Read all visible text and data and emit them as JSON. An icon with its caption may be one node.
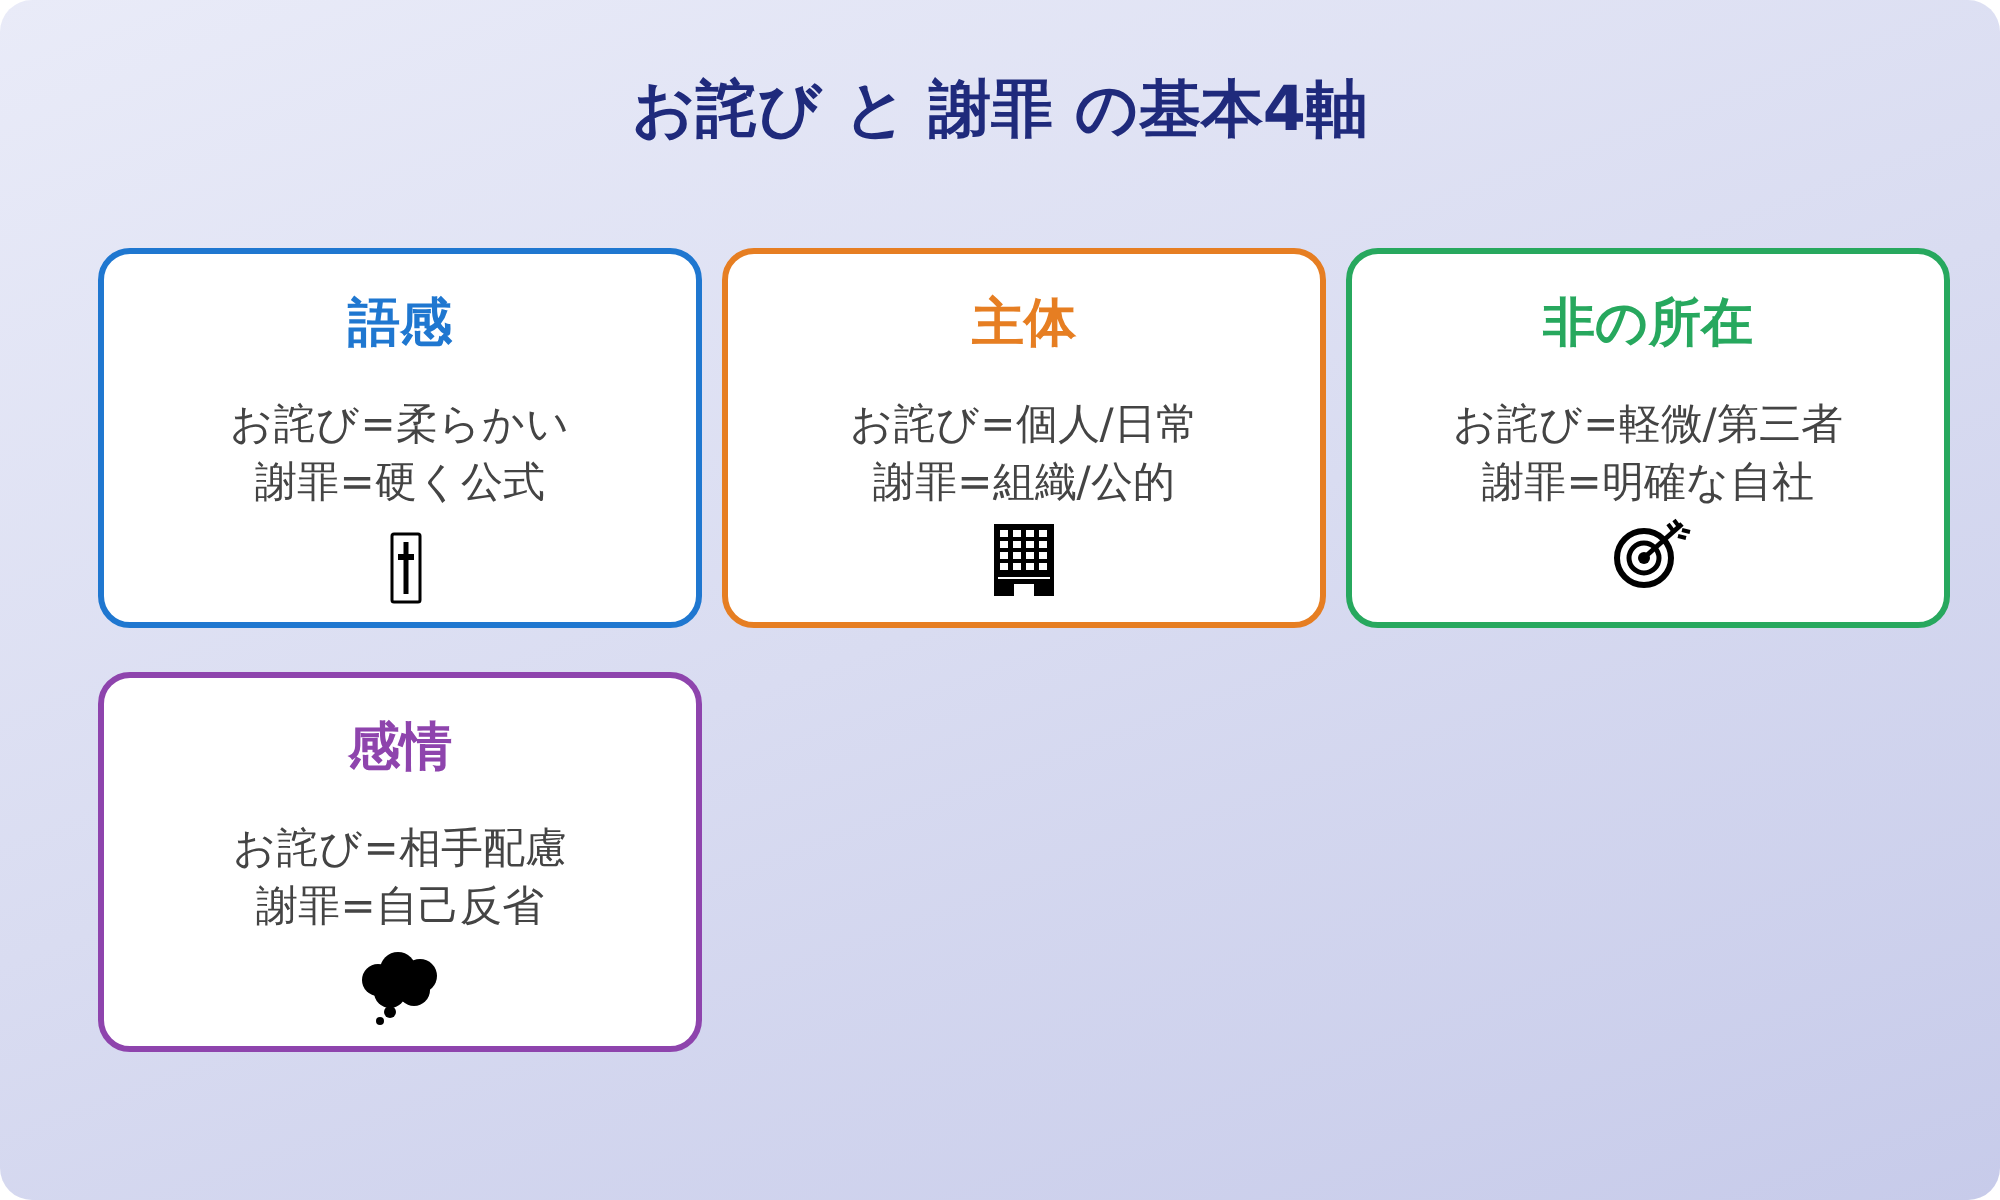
{
  "diagram": {
    "title": "お詫び と 謝罪 の基本4軸",
    "nodes": [
      {
        "text": [
          "語感",
          "お詫び=柔らかい",
          "謝罪=硬く公式"
        ]
      },
      {
        "text": [
          "主体",
          "お詫び=個人/日常",
          "謝罪=組織/公的"
        ]
      },
      {
        "text": [
          "非の所在",
          "お詫び=軽微/第三者",
          "謝罪=明確な自社"
        ]
      },
      {
        "text": [
          "感情",
          "お詫び=相手配慮",
          "謝罪=自己反省"
        ]
      }
    ]
  }
}
